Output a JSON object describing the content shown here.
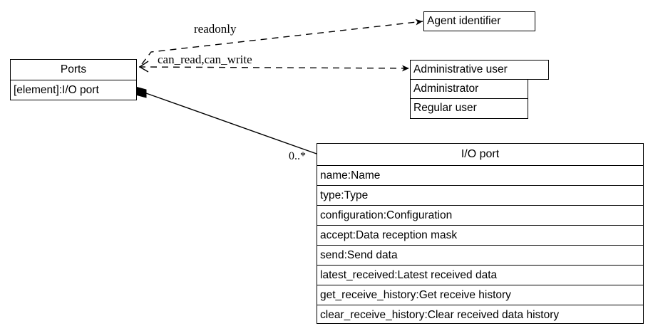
{
  "diagram": {
    "type": "uml-class-diagram",
    "background_color": "#ffffff",
    "line_color": "#000000"
  },
  "classes": {
    "ports": {
      "name": "Ports",
      "attributes": [
        "[element]:I/O port"
      ]
    },
    "agent_identifier": {
      "name": "Agent identifier",
      "attributes": []
    },
    "administrative_user": {
      "name": "Administrative user",
      "attributes": [
        "Administrator",
        "Regular user"
      ]
    },
    "io_port": {
      "name": "I/O port",
      "attributes": [
        "name:Name",
        "type:Type",
        "configuration:Configuration",
        "accept:Data reception mask",
        "send:Send data",
        "latest_received:Latest received data",
        "get_receive_history:Get receive history",
        "clear_receive_history:Clear received data history"
      ]
    }
  },
  "relationships": {
    "readonly": {
      "label": "readonly",
      "style": "dashed",
      "from": "Ports",
      "to": "Agent identifier"
    },
    "can_read_can_write": {
      "label": "can_read,can_write",
      "style": "dashed",
      "from": "Ports",
      "to": "Administrative user"
    },
    "composition": {
      "label": "0..*",
      "style": "solid",
      "marker": "filled-diamond",
      "from": "Ports",
      "to": "I/O port"
    }
  }
}
